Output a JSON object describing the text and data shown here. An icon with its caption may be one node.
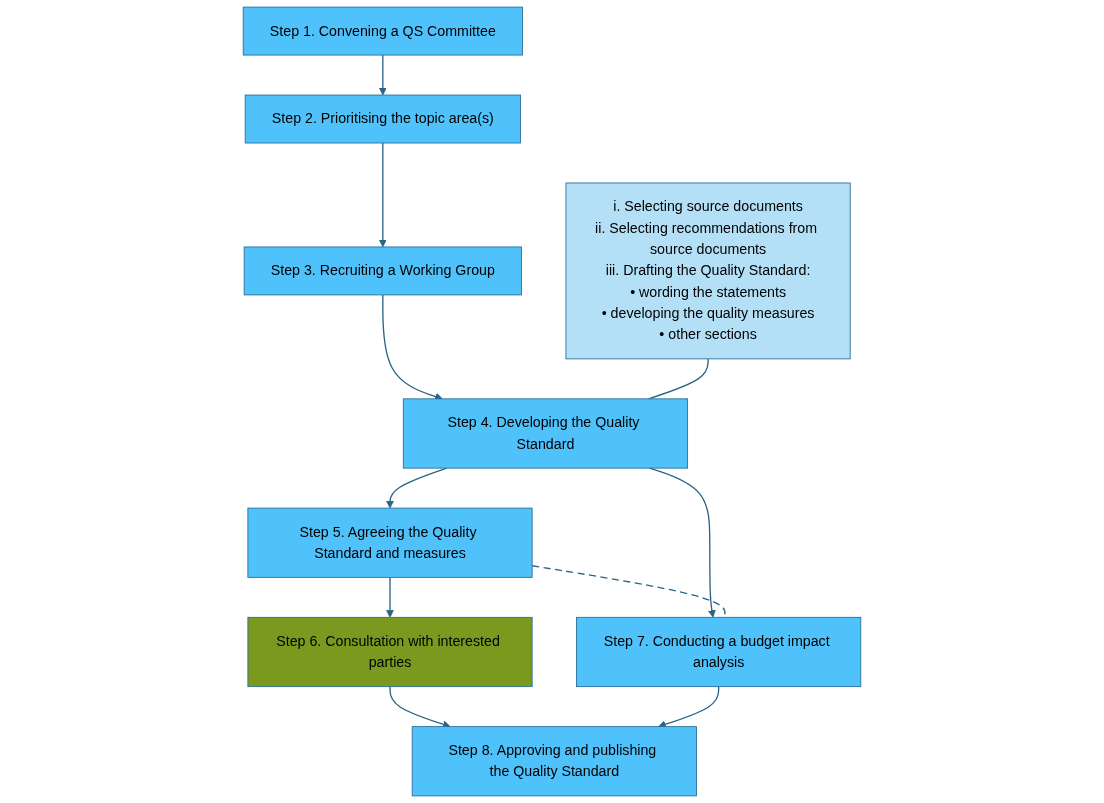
{
  "diagram": {
    "nodes": [
      {
        "text": [
          "Step 1. Convening a QS Committee"
        ]
      },
      {
        "text": [
          "Step 2. Prioritising the topic area(s)"
        ]
      },
      {
        "text": [
          "Step 3. Recruiting a Working Group"
        ]
      },
      {
        "text": [
          "i. Selecting source documents",
          "ii. Selecting recommendations from source documents",
          "iii. Drafting the Quality Standard:",
          "• wording the statements",
          "• developing the quality measures",
          "• other sections"
        ]
      },
      {
        "text": [
          "Step 4. Developing the Quality Standard"
        ]
      },
      {
        "text": [
          "Step 5. Agreeing the Quality Standard and measures"
        ]
      },
      {
        "text": [
          "Step 7. Conducting a budget impact analysis"
        ]
      },
      {
        "text": [
          "Step 6. Consultation with interested parties"
        ]
      },
      {
        "text": [
          "Step 8. Approving and publishing the Quality Standard"
        ]
      }
    ],
    "edges": [
      {
        "from": 0,
        "to": 1,
        "arrow": "to"
      },
      {
        "from": 1,
        "to": 2,
        "arrow": "to"
      },
      {
        "from": 2,
        "to": 4,
        "arrow": "to"
      },
      {
        "from": 3,
        "to": 4,
        "arrow": "none"
      },
      {
        "from": 4,
        "to": 5,
        "arrow": "to"
      },
      {
        "from": 4,
        "to": 6,
        "arrow": "to"
      },
      {
        "from": 5,
        "to": 6,
        "arrow": "none",
        "style": "dashed"
      },
      {
        "from": 5,
        "to": 7,
        "arrow": "to"
      },
      {
        "from": 7,
        "to": 8,
        "arrow": "to"
      },
      {
        "from": 6,
        "to": 8,
        "arrow": "to"
      }
    ]
  }
}
